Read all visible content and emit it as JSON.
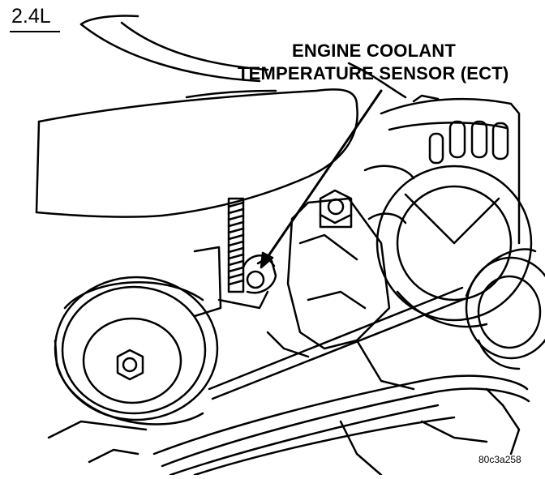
{
  "figure": {
    "engine_label": "2.4L",
    "callout_line1": "ENGINE COOLANT",
    "callout_line2": "TEMPERATURE SENSOR (ECT)",
    "figure_code": "80c3a258"
  },
  "colors": {
    "line": "#000000",
    "background": "#ffffff"
  }
}
